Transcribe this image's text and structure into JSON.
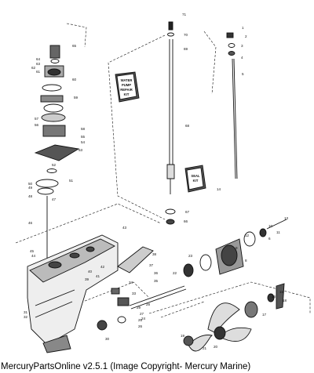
{
  "caption": "MercuryPartsOnline v2.5.1 (Image Copyright- Mercury Marine)",
  "kits": {
    "water_pump_repair_kit": [
      "WATER",
      "PUMP",
      "REPAIR",
      "KIT"
    ],
    "seal_kit": [
      "SEAL",
      "KIT"
    ]
  },
  "callouts": [
    {
      "label": "71"
    },
    {
      "label": "70"
    },
    {
      "label": "69"
    },
    {
      "label": "68"
    },
    {
      "label": "67"
    },
    {
      "label": "66"
    },
    {
      "label": "65"
    },
    {
      "label": "64"
    },
    {
      "label": "63"
    },
    {
      "label": "62"
    },
    {
      "label": "61"
    },
    {
      "label": "60"
    },
    {
      "label": "59"
    },
    {
      "label": "58"
    },
    {
      "label": "57"
    },
    {
      "label": "56"
    },
    {
      "label": "55"
    },
    {
      "label": "54"
    },
    {
      "label": "53"
    },
    {
      "label": "52"
    },
    {
      "label": "51"
    },
    {
      "label": "50"
    },
    {
      "label": "49"
    },
    {
      "label": "48"
    },
    {
      "label": "47"
    },
    {
      "label": "46"
    },
    {
      "label": "45"
    },
    {
      "label": "44"
    },
    {
      "label": "43"
    },
    {
      "label": "42"
    },
    {
      "label": "41"
    },
    {
      "label": "40"
    },
    {
      "label": "39"
    },
    {
      "label": "38"
    },
    {
      "label": "37"
    },
    {
      "label": "36"
    },
    {
      "label": "35"
    },
    {
      "label": "34"
    },
    {
      "label": "33"
    },
    {
      "label": "32"
    },
    {
      "label": "31"
    },
    {
      "label": "30"
    },
    {
      "label": "29"
    },
    {
      "label": "28"
    },
    {
      "label": "27"
    },
    {
      "label": "26"
    },
    {
      "label": "25"
    },
    {
      "label": "24"
    },
    {
      "label": "23"
    },
    {
      "label": "22"
    },
    {
      "label": "21"
    },
    {
      "label": "20"
    },
    {
      "label": "19"
    },
    {
      "label": "18"
    },
    {
      "label": "17"
    },
    {
      "label": "16"
    },
    {
      "label": "15"
    },
    {
      "label": "14"
    },
    {
      "label": "13"
    },
    {
      "label": "12"
    },
    {
      "label": "11"
    },
    {
      "label": "10"
    },
    {
      "label": "9"
    },
    {
      "label": "8"
    },
    {
      "label": "7"
    },
    {
      "label": "6"
    },
    {
      "label": "5"
    },
    {
      "label": "4"
    },
    {
      "label": "3"
    },
    {
      "label": "2"
    },
    {
      "label": "1"
    }
  ]
}
